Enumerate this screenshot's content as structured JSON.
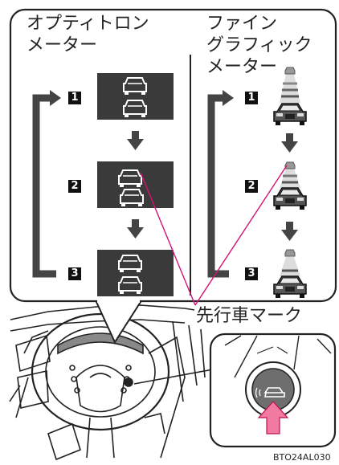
{
  "panels": {
    "optitron": {
      "title_line1": "オプティトロン",
      "title_line2": "メーター",
      "steps": [
        "1",
        "2",
        "3"
      ]
    },
    "fine": {
      "title_line1": "ファイン",
      "title_line2": "グラフィック",
      "title_line3": "メーター",
      "steps": [
        "1",
        "2",
        "3"
      ]
    }
  },
  "callout": {
    "label": "先行車マーク"
  },
  "figure_code": "BTO24AL030",
  "colors": {
    "leader": "#d4127a",
    "accent": "#f07aa0",
    "dark": "#3a3a3a",
    "badge": "#111111"
  }
}
